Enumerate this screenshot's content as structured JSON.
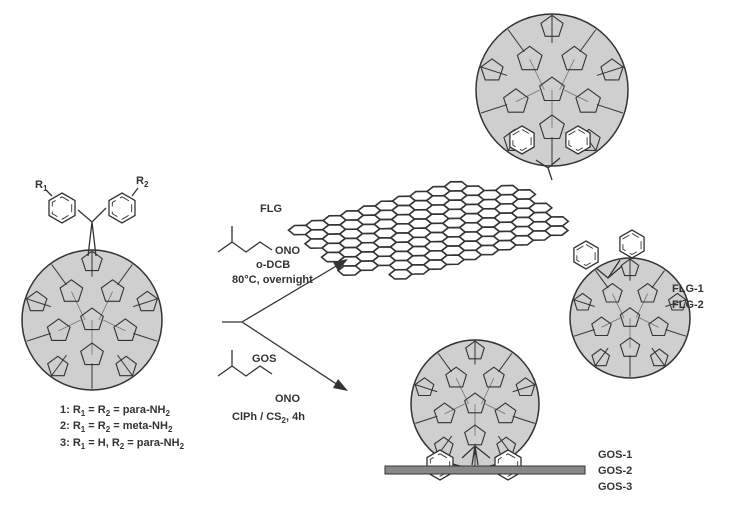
{
  "colors": {
    "ink": "#333333",
    "fullerene_fill": "#cfcfcf",
    "surface": "#888888"
  },
  "substituents": {
    "r1": [
      {
        "t": "R"
      },
      {
        "t": "1",
        "sub": true
      }
    ],
    "r2": [
      {
        "t": "R"
      },
      {
        "t": "2",
        "sub": true
      }
    ]
  },
  "compound_labels": [
    [
      {
        "t": "1: R"
      },
      {
        "t": "1",
        "sub": true
      },
      {
        "t": " = R"
      },
      {
        "t": "2",
        "sub": true
      },
      {
        "t": " = para-NH"
      },
      {
        "t": "2",
        "sub": true
      }
    ],
    [
      {
        "t": "2: R"
      },
      {
        "t": "1",
        "sub": true
      },
      {
        "t": " = R"
      },
      {
        "t": "2",
        "sub": true
      },
      {
        "t": " = meta-NH"
      },
      {
        "t": "2",
        "sub": true
      }
    ],
    [
      {
        "t": "3: R"
      },
      {
        "t": "1",
        "sub": true
      },
      {
        "t": " = H, R"
      },
      {
        "t": "2",
        "sub": true
      },
      {
        "t": " = para-NH"
      },
      {
        "t": "2",
        "sub": true
      }
    ]
  ],
  "upper_conditions": {
    "substrate": "FLG",
    "reagent_group": "ONO",
    "solvent": "o-DCB",
    "conditions": "80°C, overnight"
  },
  "lower_conditions": {
    "substrate": "GOS",
    "reagent_group": "ONO",
    "solvent": [
      {
        "t": "ClPh / CS"
      },
      {
        "t": "2",
        "sub": true
      },
      {
        "t": ", 4h"
      }
    ]
  },
  "flg_products": [
    "FLG-1",
    "FLG-2"
  ],
  "gos_products": [
    "GOS-1",
    "GOS-2",
    "GOS-3"
  ]
}
